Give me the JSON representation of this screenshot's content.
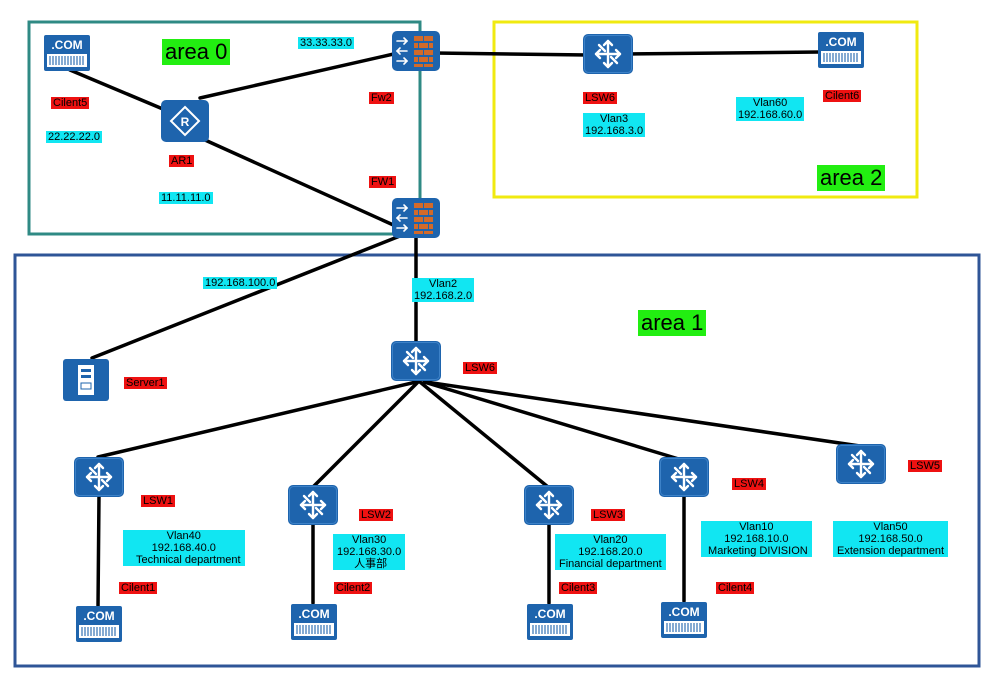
{
  "colors": {
    "area0_border": "#2f8a84",
    "area2_border": "#f0ea10",
    "area1_border": "#2f5597",
    "label_red": "#ee1111",
    "label_cyan": "#11e6f2",
    "label_green": "#22ee11",
    "device_blue": "#1e64ad",
    "firewall_orange": "#d26a2a"
  },
  "areas": {
    "area0": "area 0",
    "area1": "area 1",
    "area2": "area 2"
  },
  "devices": {
    "client5": {
      "label": "Cilent5",
      "icon": "client-pc-icon",
      "screen": ".COM"
    },
    "ar1": {
      "label": "AR1",
      "icon": "router-icon"
    },
    "fw2": {
      "label": "Fw2",
      "icon": "firewall-icon"
    },
    "fw1": {
      "label": "FW1",
      "icon": "firewall-icon"
    },
    "lsw6_area2": {
      "label": "LSW6",
      "icon": "switch-icon"
    },
    "client6": {
      "label": "Cilent6",
      "icon": "client-pc-icon",
      "screen": ".COM"
    },
    "lsw6_core": {
      "label": "LSW6",
      "icon": "switch-icon"
    },
    "server1": {
      "label": "Server1",
      "icon": "server-icon"
    },
    "lsw1": {
      "label": "LSW1",
      "icon": "switch-icon"
    },
    "lsw2": {
      "label": "LSW2",
      "icon": "switch-icon"
    },
    "lsw3": {
      "label": "LSW3",
      "icon": "switch-icon"
    },
    "lsw4": {
      "label": "LSW4",
      "icon": "switch-icon"
    },
    "lsw5": {
      "label": "LSW5",
      "icon": "switch-icon"
    },
    "client1": {
      "label": "Cilent1",
      "icon": "client-pc-icon",
      "screen": ".COM"
    },
    "client2": {
      "label": "Cilent2",
      "icon": "client-pc-icon",
      "screen": ".COM"
    },
    "client3": {
      "label": "Cilent3",
      "icon": "client-pc-icon",
      "screen": ".COM"
    },
    "client4": {
      "label": "Cilent4",
      "icon": "client-pc-icon",
      "screen": ".COM"
    }
  },
  "networks": {
    "n33": "33.33.33.0",
    "n22": "22.22.22.0",
    "n11": "11.11.11.0",
    "vlan3": "Vlan3\n192.168.3.0",
    "vlan60": "Vlan60\n192.168.60.0",
    "n100": "192.168.100.0",
    "vlan2": "Vlan2\n192.168.2.0",
    "vlan40": "Vlan40\n192.168.40.0\n   Technical department",
    "vlan30": "Vlan30\n192.168.30.0\n 人事部",
    "vlan20": "Vlan20\n192.168.20.0\nFinancial department",
    "vlan10": "Vlan10\n192.168.10.0\n Marketing DIVISION",
    "vlan50": "Vlan50\n192.168.50.0\nExtension department"
  }
}
